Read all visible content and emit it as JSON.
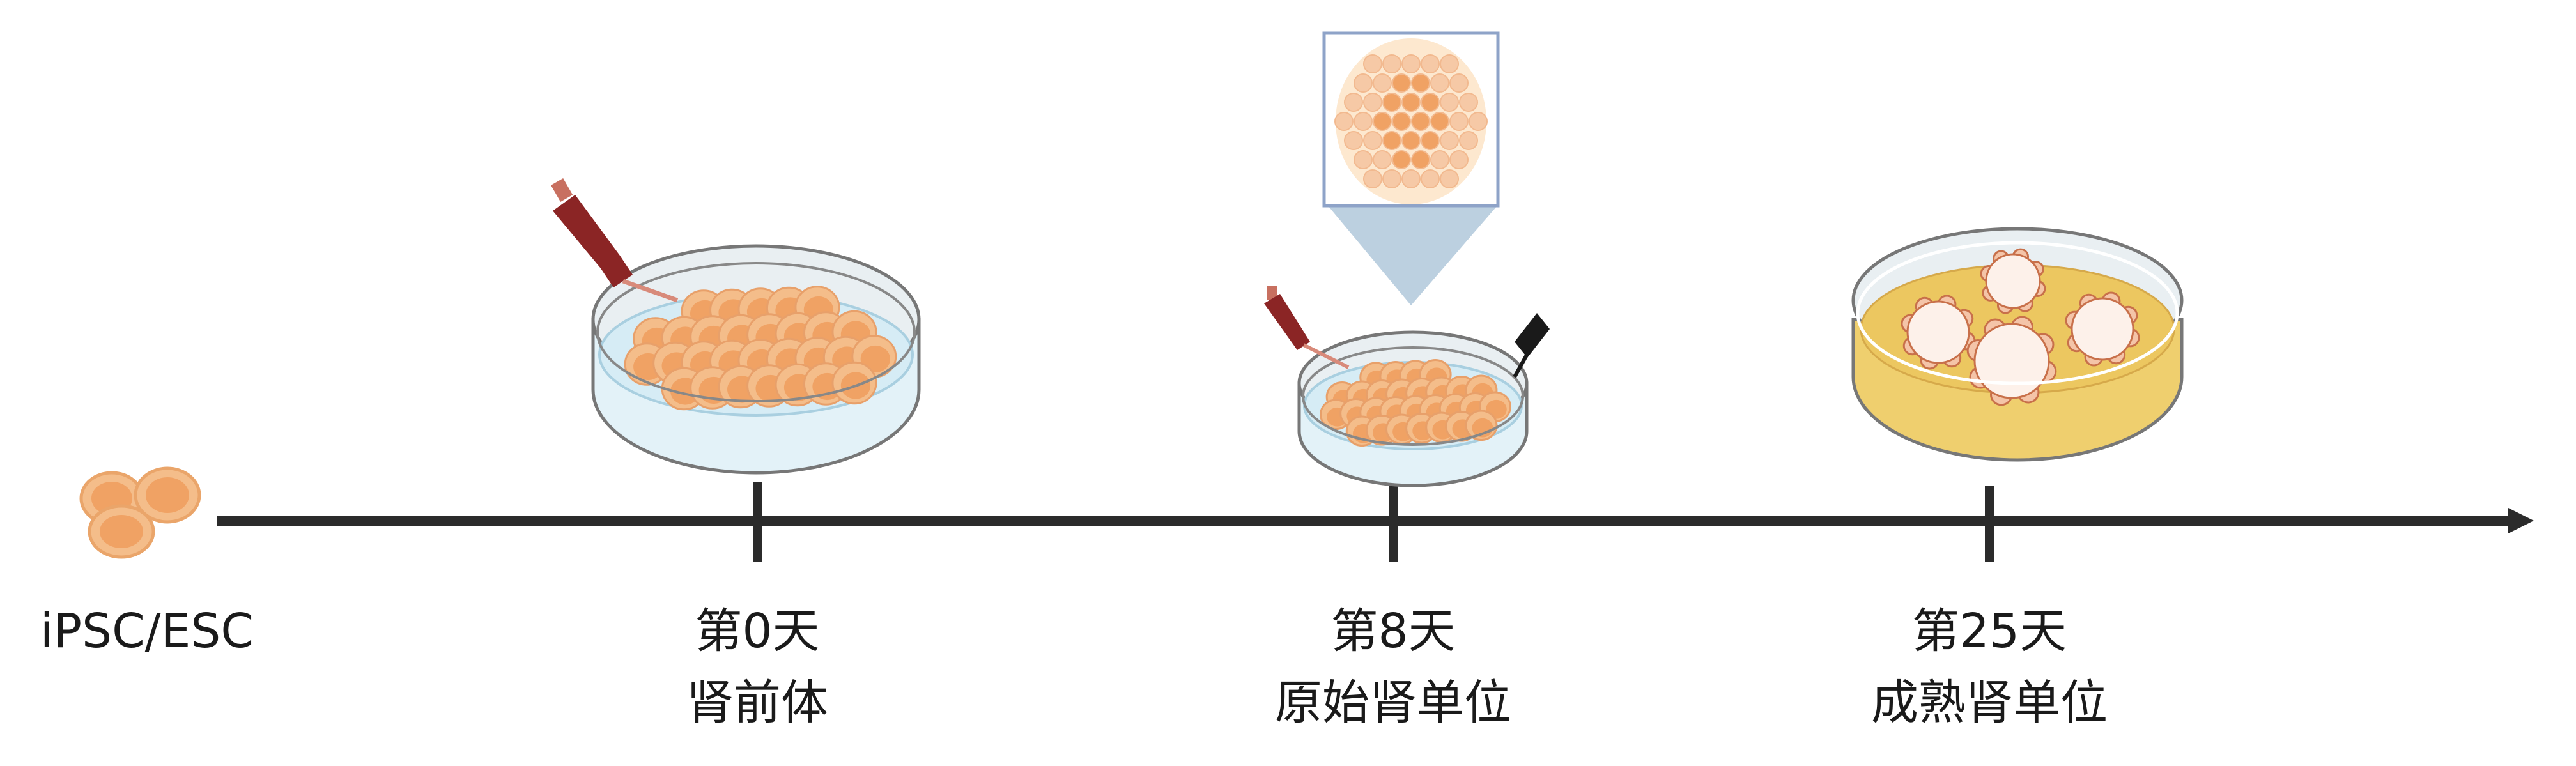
{
  "colors": {
    "axis": "#2b2b2b",
    "cell_fill": "#f0a264",
    "cell_outer": "#f4bd8a",
    "medium_blue": "#dcedf5",
    "lid": "#e9eff2",
    "medium_yellow": "#ecc760",
    "pipette": "#8b2525",
    "inset_border": "#8ea3c8",
    "inset_cone": "#bcd0e0"
  },
  "stages": [
    {
      "id": "start",
      "label_line1": "iPSC/ESC",
      "label_line2": ""
    },
    {
      "id": "day0",
      "label_line1": "第0天",
      "label_line2": "肾前体"
    },
    {
      "id": "day8",
      "label_line1": "第8天",
      "label_line2": "原始肾单位"
    },
    {
      "id": "day25",
      "label_line1": "第25天",
      "label_line2": "成熟肾单位"
    }
  ]
}
